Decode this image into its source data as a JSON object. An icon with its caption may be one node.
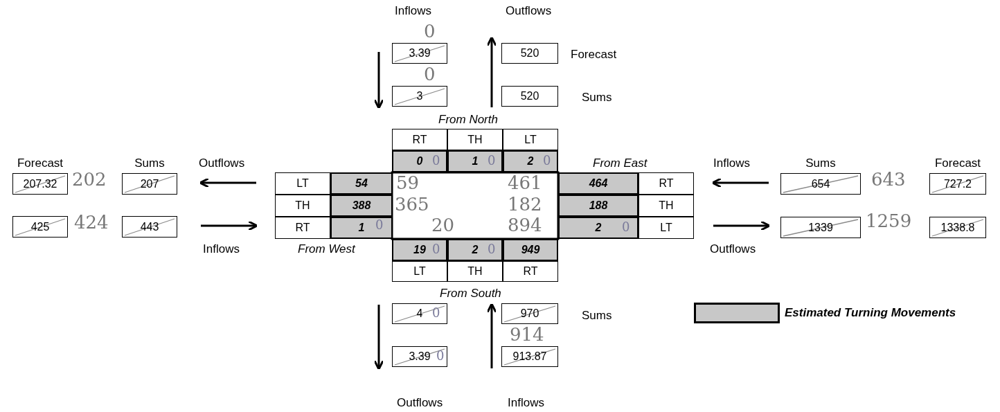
{
  "diagram": {
    "nodes": [
      {
        "text": [
          "3.39"
        ]
      },
      {
        "text": [
          "520"
        ]
      },
      {
        "text": [
          "3"
        ]
      },
      {
        "text": [
          "520"
        ]
      },
      {
        "text": [
          "RT"
        ]
      },
      {
        "text": [
          "TH"
        ]
      },
      {
        "text": [
          "LT"
        ]
      },
      {
        "text": [
          "0"
        ]
      },
      {
        "text": [
          "1"
        ]
      },
      {
        "text": [
          "2"
        ]
      },
      {
        "text": [
          "207.32"
        ],
        "beside": [
          "Forecast"
        ]
      },
      {
        "text": [
          "207"
        ],
        "beside": [
          "Sums"
        ]
      },
      {
        "text": [
          "LT"
        ]
      },
      {
        "text": [
          "54"
        ]
      },
      {
        "text": [
          "TH"
        ]
      },
      {
        "text": [
          "388"
        ]
      },
      {
        "text": [
          "425"
        ]
      },
      {
        "text": [
          "443"
        ]
      },
      {
        "text": [
          "RT"
        ]
      },
      {
        "text": [
          "1"
        ]
      },
      {
        "text": [
          "464"
        ]
      },
      {
        "text": [
          "RT"
        ]
      },
      {
        "text": [
          "654"
        ],
        "beside": [
          "Sums"
        ]
      },
      {
        "text": [
          "727.2"
        ],
        "beside": [
          "Forecast"
        ]
      },
      {
        "text": [
          "188"
        ]
      },
      {
        "text": [
          "TH"
        ]
      },
      {
        "text": [
          "2"
        ]
      },
      {
        "text": [
          "LT"
        ]
      },
      {
        "text": [
          "1339"
        ]
      },
      {
        "text": [
          "1338.8"
        ]
      },
      {
        "text": [
          "19"
        ]
      },
      {
        "text": [
          "2"
        ]
      },
      {
        "text": [
          "949"
        ]
      },
      {
        "text": [
          "LT"
        ]
      },
      {
        "text": [
          "TH"
        ]
      },
      {
        "text": [
          "RT"
        ]
      },
      {
        "text": [
          "4"
        ]
      },
      {
        "text": [
          "970"
        ]
      },
      {
        "text": [
          "3.39"
        ]
      },
      {
        "text": [
          "913.87"
        ]
      }
    ],
    "labels": [
      "Inflows",
      "Outflows",
      "0",
      "Forecast",
      "0",
      "Sums",
      "From North",
      "Outflows",
      "0",
      "0",
      "0",
      "From East",
      "Inflows",
      "202",
      "59",
      "461",
      "643",
      "365",
      "182",
      "424",
      "0",
      "20",
      "894",
      "0",
      "1259",
      "Inflows",
      "From West",
      "0",
      "0",
      "Outflows",
      "From South",
      "0",
      "Sums",
      "914",
      "0",
      "Outflows",
      "Inflows"
    ],
    "legend": [
      {
        "text": "Estimated Turning Movements",
        "color": "#c8c8c8"
      }
    ]
  }
}
